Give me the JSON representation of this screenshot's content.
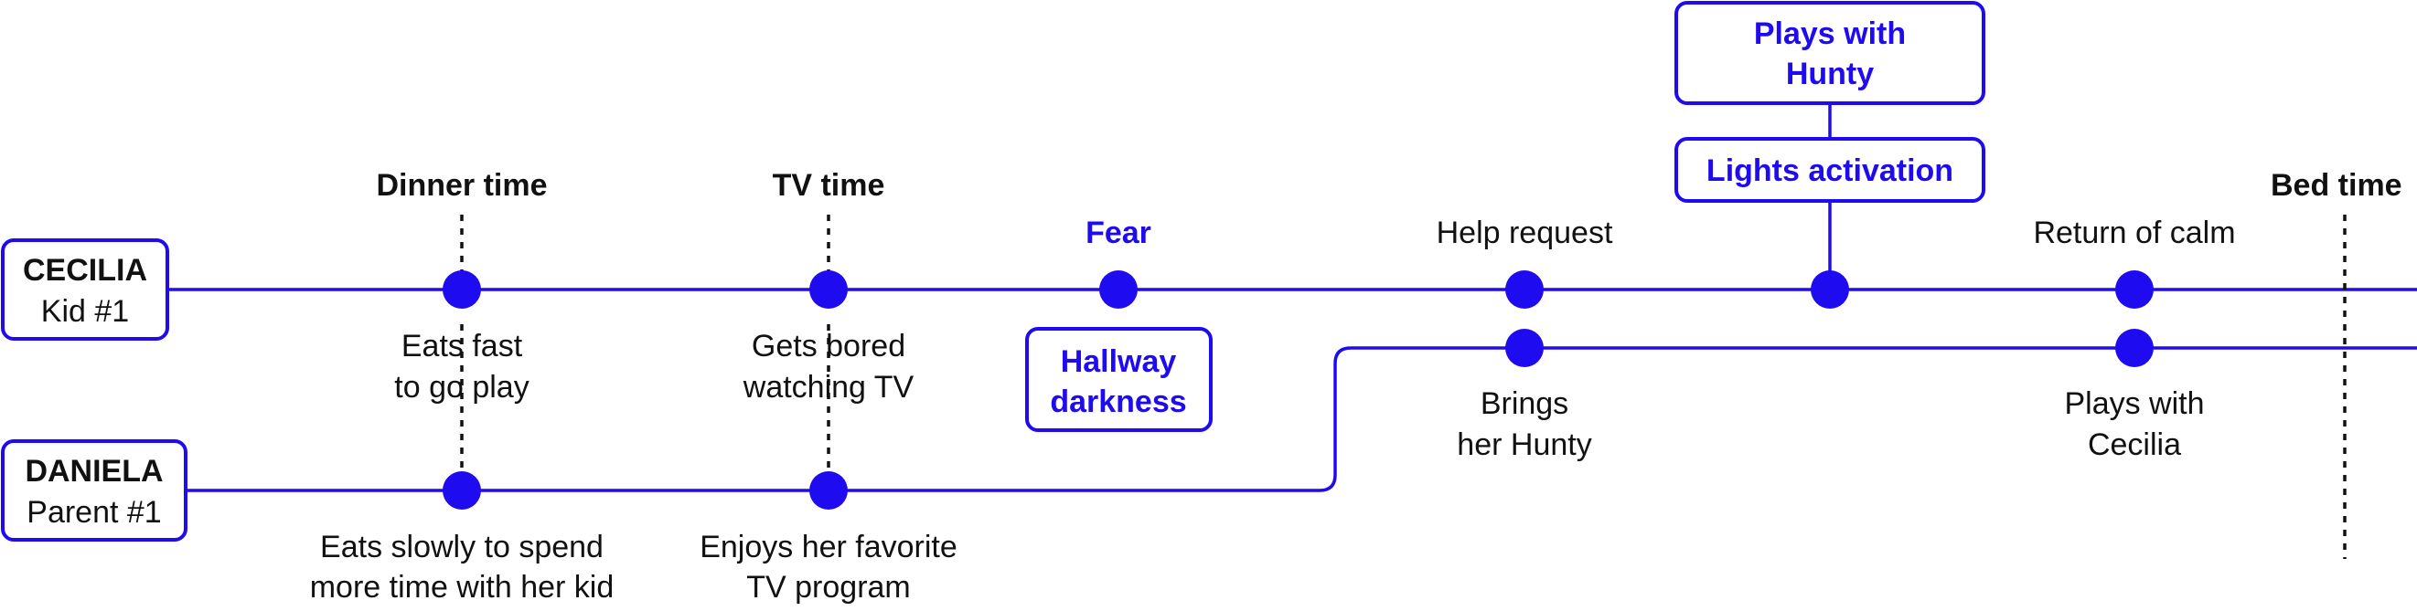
{
  "colors": {
    "accent": "#1f0bf0",
    "text": "#111111",
    "background": "#ffffff"
  },
  "persons": [
    {
      "id": "cecilia",
      "name": "CECILIA",
      "role": "Kid #1"
    },
    {
      "id": "daniela",
      "name": "DANIELA",
      "role": "Parent #1"
    }
  ],
  "moments": [
    {
      "id": "dinner",
      "label": "Dinner time"
    },
    {
      "id": "tv",
      "label": "TV time"
    },
    {
      "id": "bed",
      "label": "Bed time"
    }
  ],
  "events": [
    {
      "id": "fear",
      "label": "Fear"
    },
    {
      "id": "help",
      "label": "Help request"
    },
    {
      "id": "calm",
      "label": "Return of calm"
    }
  ],
  "triggers": [
    {
      "id": "hallway",
      "lines": [
        "Hallway",
        "darkness"
      ]
    },
    {
      "id": "lights",
      "lines": [
        "Lights activation"
      ]
    },
    {
      "id": "plays-hunty",
      "lines": [
        "Plays with",
        "Hunty"
      ]
    }
  ],
  "notes": [
    {
      "id": "eats-fast",
      "lines": [
        "Eats fast",
        "to go play"
      ]
    },
    {
      "id": "bored",
      "lines": [
        "Gets bored",
        "watching TV"
      ]
    },
    {
      "id": "brings-hunty",
      "lines": [
        "Brings",
        "her Hunty"
      ]
    },
    {
      "id": "plays-cecilia",
      "lines": [
        "Plays with",
        "Cecilia"
      ]
    },
    {
      "id": "eats-slowly",
      "lines": [
        "Eats slowly to spend",
        "more time with her kid"
      ]
    },
    {
      "id": "enjoys-tv",
      "lines": [
        "Enjoys her favorite",
        "TV program"
      ]
    }
  ]
}
